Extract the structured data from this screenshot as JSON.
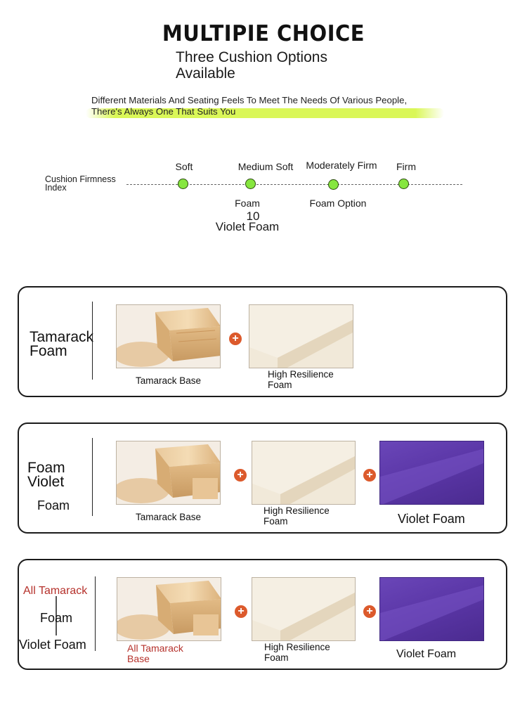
{
  "header": {
    "title": "MULTIPIE CHOICE",
    "subtitle_line1": "Three Cushion Options",
    "subtitle_line2": "Available",
    "desc_line1": "Different Materials And Seating Feels To Meet The Needs Of Various People,",
    "desc_line2": "There's Always One That Suits You"
  },
  "scale": {
    "label_line1": "Cushion Firmness",
    "label_line2": "Index",
    "levels": [
      "Soft",
      "Medium Soft",
      "Moderately Firm",
      "Firm"
    ],
    "below_1": "Foam",
    "below_2": "10",
    "below_3": "Violet Foam",
    "below_4": "Foam Option"
  },
  "cards": [
    {
      "title_line1": "Tamarack",
      "title_line2": "Foam",
      "items": [
        "Tamarack Base",
        "High Resilience",
        "Foam"
      ]
    },
    {
      "title_line1": "Foam",
      "title_line2": "Violet",
      "title_line3": "Foam",
      "items": [
        "Tamarack Base",
        "High Resilience",
        "Foam",
        "Violet Foam"
      ]
    },
    {
      "title_line1": "All Tamarack",
      "title_line2": "Foam",
      "title_line3": "Violet Foam",
      "items": [
        "All Tamarack",
        "Base",
        "High Resilience",
        "Foam",
        "Violet Foam"
      ]
    }
  ],
  "colors": {
    "accent_green": "#86e63f",
    "highlight": "#d6f646",
    "plus": "#dc5a2c",
    "red_text": "#b5312b",
    "violet": "#5a36a6"
  },
  "icons": {
    "plus": "plus-icon",
    "dot": "dot-icon"
  },
  "glyphs": {
    "plus": "+"
  }
}
